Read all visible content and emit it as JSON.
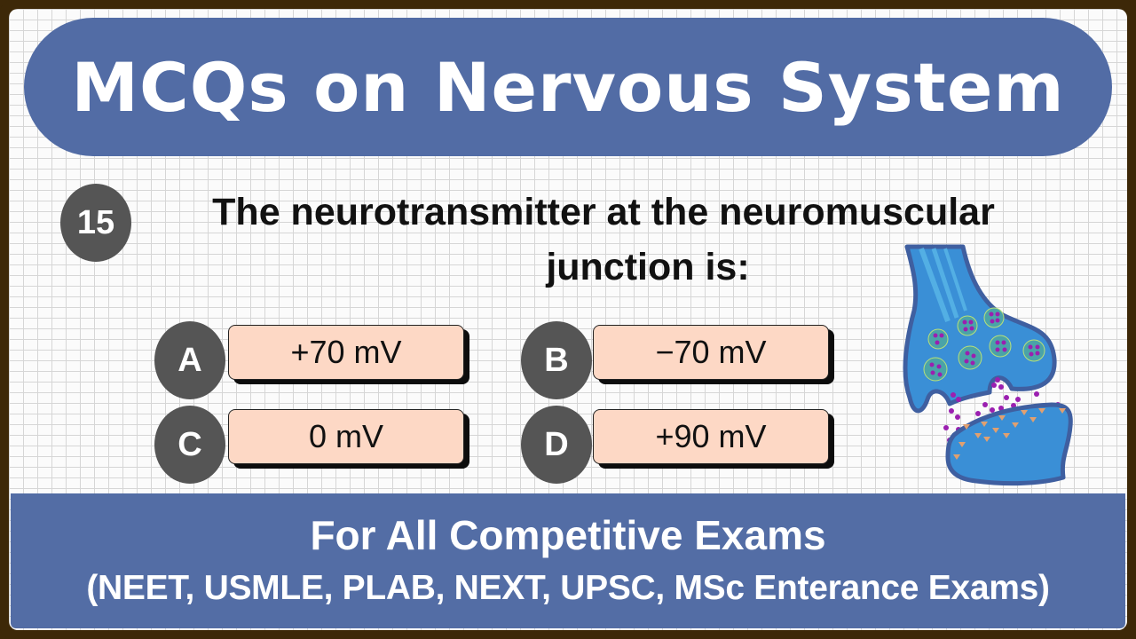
{
  "header": {
    "title": "MCQs on Nervous System",
    "background_color": "#526ca5"
  },
  "question": {
    "number": "15",
    "text": "The neurotransmitter at the neuromuscular junction is:",
    "line1": "The neurotransmitter at the neuromuscular",
    "line2": "junction is:"
  },
  "options": [
    {
      "letter": "A",
      "text": "+70 mV"
    },
    {
      "letter": "B",
      "text": "−70 mV"
    },
    {
      "letter": "C",
      "text": "0 mV"
    },
    {
      "letter": "D",
      "text": "+90 mV"
    }
  ],
  "illustration": {
    "icon": "synapse-illustration-icon",
    "colors": {
      "neuron": "#3a8fd6",
      "outline": "#3f5fa0",
      "vesicle_dot": "#9b1fb0",
      "receptor": "#e0a070"
    }
  },
  "footer": {
    "line1": "For All Competitive Exams",
    "line2": "(NEET, USMLE, PLAB, NEXT, UPSC, MSc Enterance Exams)"
  },
  "colors": {
    "frame": "#3d2808",
    "option_box": "#fdd8c5",
    "circle": "#555555"
  }
}
